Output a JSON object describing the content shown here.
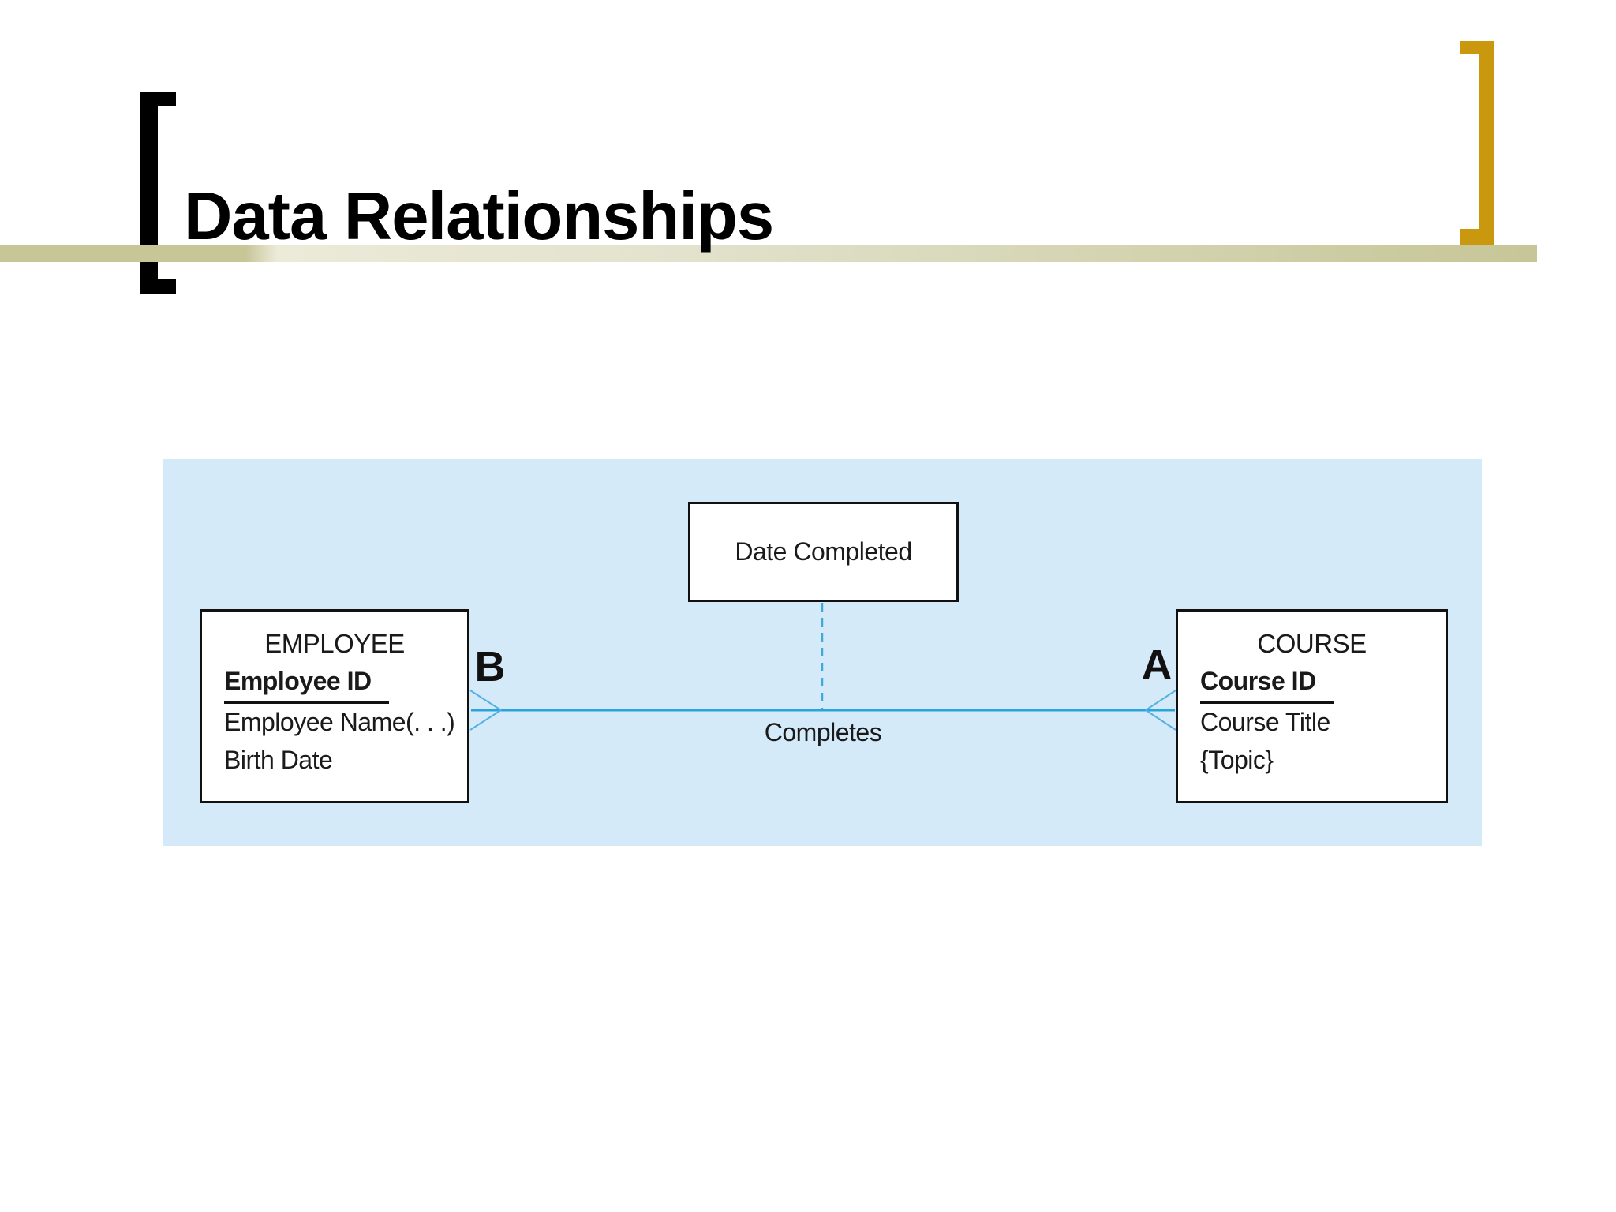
{
  "slide": {
    "title": "Data Relationships"
  },
  "diagram": {
    "entities": {
      "employee": {
        "name": "EMPLOYEE",
        "key_attribute": "Employee ID",
        "attributes": [
          "Employee Name(. . .)",
          "Birth Date"
        ]
      },
      "course": {
        "name": "COURSE",
        "key_attribute": "Course ID",
        "attributes": [
          "Course Title",
          "{Topic}"
        ]
      }
    },
    "associative_attribute": "Date Completed",
    "relationship_name": "Completes",
    "cardinality_labels": {
      "left": "B",
      "right": "A"
    }
  },
  "colors": {
    "panel_background": "#d5eaf8",
    "relationship_line": "#29a4dc",
    "crow_foot_line": "#55b1e2",
    "dashed_link_line": "#3fa9dc",
    "accent_bracket_gold": "#c9980e",
    "accent_band_olive": "#c6c697",
    "bracket_black": "#000000",
    "entity_border": "#111111",
    "text": "#1a1a1a"
  }
}
